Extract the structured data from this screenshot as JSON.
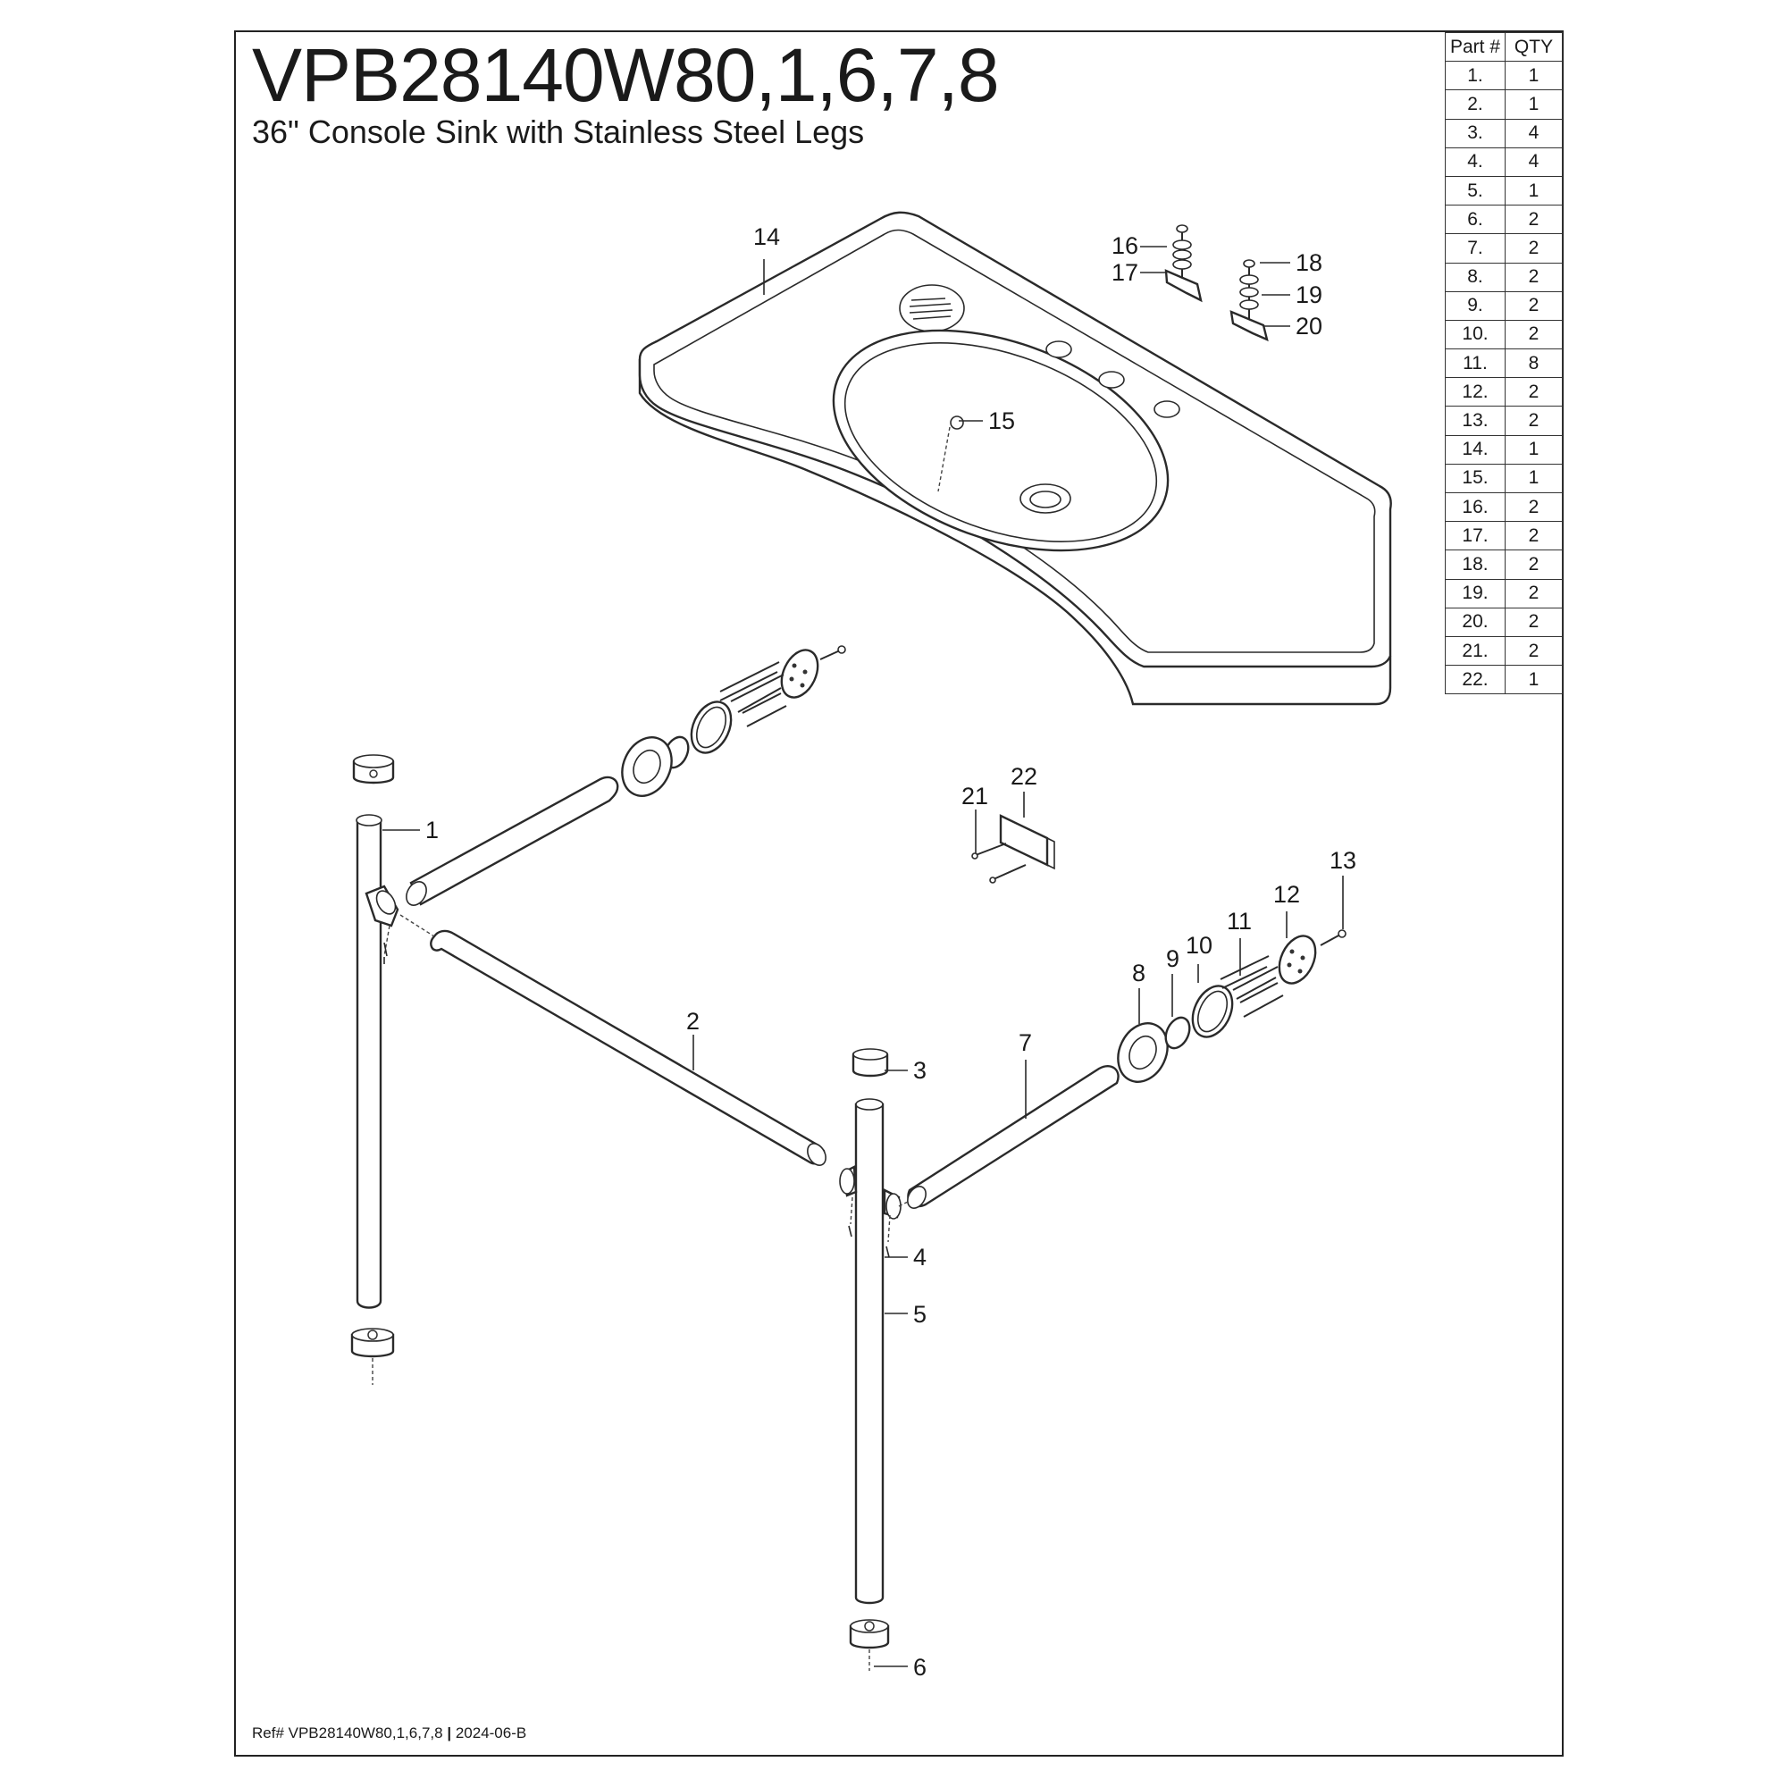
{
  "title": "VPB28140W80,1,6,7,8",
  "subtitle": "36\" Console Sink with Stainless Steel Legs",
  "reference": {
    "prefix": "Ref# VPB28140W80,1,6,7,8",
    "separator": "|",
    "revision": "2024-06-B"
  },
  "parts_table": {
    "headers": [
      "Part #",
      "QTY"
    ],
    "rows": [
      {
        "part": "1.",
        "qty": "1"
      },
      {
        "part": "2.",
        "qty": "1"
      },
      {
        "part": "3.",
        "qty": "4"
      },
      {
        "part": "4.",
        "qty": "4"
      },
      {
        "part": "5.",
        "qty": "1"
      },
      {
        "part": "6.",
        "qty": "2"
      },
      {
        "part": "7.",
        "qty": "2"
      },
      {
        "part": "8.",
        "qty": "2"
      },
      {
        "part": "9.",
        "qty": "2"
      },
      {
        "part": "10.",
        "qty": "2"
      },
      {
        "part": "11.",
        "qty": "8"
      },
      {
        "part": "12.",
        "qty": "2"
      },
      {
        "part": "13.",
        "qty": "2"
      },
      {
        "part": "14.",
        "qty": "1"
      },
      {
        "part": "15.",
        "qty": "1"
      },
      {
        "part": "16.",
        "qty": "2"
      },
      {
        "part": "17.",
        "qty": "2"
      },
      {
        "part": "18.",
        "qty": "2"
      },
      {
        "part": "19.",
        "qty": "2"
      },
      {
        "part": "20.",
        "qty": "2"
      },
      {
        "part": "21.",
        "qty": "2"
      },
      {
        "part": "22.",
        "qty": "1"
      }
    ]
  },
  "callouts": {
    "c1": "1",
    "c2": "2",
    "c3": "3",
    "c4": "4",
    "c5": "5",
    "c6": "6",
    "c7": "7",
    "c8": "8",
    "c9": "9",
    "c10": "10",
    "c11": "11",
    "c12": "12",
    "c13": "13",
    "c14": "14",
    "c15": "15",
    "c16": "16",
    "c17": "17",
    "c18": "18",
    "c19": "19",
    "c20": "20",
    "c21": "21",
    "c22": "22"
  }
}
